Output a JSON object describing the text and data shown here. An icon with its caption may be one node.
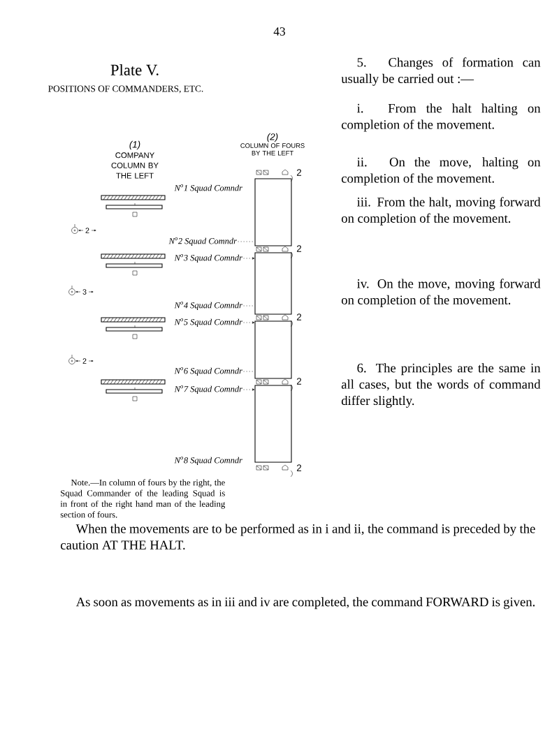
{
  "diagram": {
    "nodes": [
      {
        "text": [
          "N$^{o}$1 Squad Comndr"
        ]
      },
      {
        "text": [
          "N$^{o}$2 Squad Comndr"
        ]
      },
      {
        "text": [
          "N$^{o}$3 Squad Comndr"
        ]
      },
      {
        "text": [
          "N$^{o}$4 Squad Comndr"
        ]
      },
      {
        "text": [
          "N$^{o}$5 Squad Comndr"
        ]
      },
      {
        "text": [
          "N$^{o}$6 Squad Comndr"
        ]
      },
      {
        "text": [
          "N$^{o}$7 Squad Comndr"
        ]
      },
      {
        "text": [
          "N$^{o}$8 Squad Comndr"
        ]
      },
      {
        "text": [],
        "shape": "box"
      },
      {
        "text": [],
        "shape": "box"
      },
      {
        "text": [],
        "shape": "box"
      },
      {
        "text": [],
        "shape": "box"
      }
    ],
    "edges": [
      {
        "from": 1,
        "to": 8,
        "arrow": "none",
        "style": "dashed"
      },
      {
        "from": 2,
        "to": 9,
        "arrow": "to",
        "style": "dashed"
      },
      {
        "from": 3,
        "to": 9,
        "arrow": "none",
        "style": "dashed"
      },
      {
        "from": 4,
        "to": 10,
        "arrow": "to",
        "style": "dashed"
      },
      {
        "from": 5,
        "to": 10,
        "arrow": "none",
        "style": "dashed"
      },
      {
        "from": 6,
        "to": 11,
        "arrow": "to",
        "style": "dashed"
      }
    ],
    "labels": [
      "43",
      "Plate V.",
      "POSITIONS OF COMMANDERS, ETC.",
      "(1)",
      "COMPANY COLUMN BY THE LEFT",
      "(2)",
      "COLUMN OF FOURS BY THE LEFT",
      "2",
      "2",
      "2",
      "2",
      "2",
      "2",
      "3",
      "2",
      "Note.—In column of fours by the right, the Squad Commander of the leading Squad is in front of the right hand man of the leading section of fours.",
      "5. Changes of formation can usually be carried out :—",
      "i. From the halt halting on completion of the movement.",
      "ii. On the move, halting on completion of the movement.",
      "iii. From the halt, moving forward on completion of the movement.",
      "iv. On the move, moving forward on completion of the movement.",
      "6. The principles are the same in all cases, but the words of command differ slightly.",
      "When the movements are to be performed as in i and ii, the command is preceded by the caution AT THE HALT.",
      "As soon as movements as in iii and iv are completed, the command FORWARD is given."
    ]
  }
}
